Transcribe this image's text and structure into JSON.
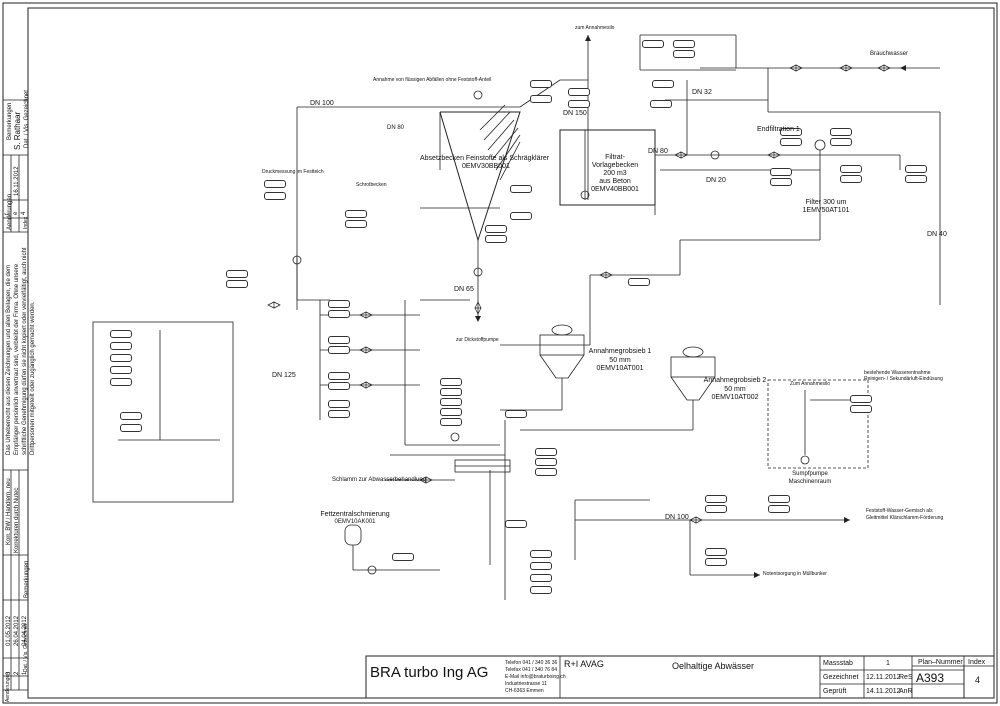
{
  "drawing": {
    "sheet_title": "Oelhaltige Abwässer",
    "company": "BRA turbo Ing AG",
    "company_contact": [
      "Telefon 041 / 340 36 36",
      "Telefax 041 / 340 76 84",
      "E-Mail info@braturboing.ch",
      "Industriestrasse 11",
      "CH-6363 Emmen"
    ],
    "client": "R+I AVAG",
    "massstab_label": "Massstab",
    "massstab_value": "1",
    "gezeichnet_label": "Gezeichnet",
    "gezeichnet_date": "12.11.2012",
    "gezeichnet_by": "ReS",
    "geprueft_label": "Geprüft",
    "geprueft_date": "14.11.2012",
    "geprueft_by": "AnR",
    "plan_nummer_label": "Plan–Nummer",
    "plan_nummer": "A393",
    "index_label": "Index",
    "index_value": "4"
  },
  "sidebar": {
    "bemerkungen": "Bemerkungen",
    "aenderungen": "Aenderungen",
    "index_label": "Index",
    "dat_label": "Dat. / Vis. Gezeichnet",
    "rev_top": [
      {
        "index": "4",
        "date": "16.11.2012",
        "by": "S. Rathaar",
        "note": ""
      },
      {
        "index": "e",
        "date": "",
        "by": "",
        "note": ""
      },
      {
        "index": "f",
        "date": "",
        "by": "",
        "note": ""
      }
    ],
    "rev_bottom": [
      {
        "index": "3",
        "date": "01.05.2012",
        "note": "Korr. BW / Handlern. neu"
      },
      {
        "index": "2",
        "date": "26.04.2012",
        "note": "Korrekturen durch Nutec"
      },
      {
        "index": "1",
        "date": "04.04.2012",
        "note": ""
      }
    ],
    "copyright": "Das Urheberrecht aus diesen Zeichnungen und allen Beilagen, die dem Empfänger persönlich anvertraut sind, verbleibt der Firma. Ohne unsere schriftliche Genehmigung dürfen sie nicht kopiert oder vervielfältigt, auch nicht Drittpersonen mitgeteilt oder zugänglich gemacht werden."
  },
  "labels": {
    "zum_annahmesilo": "zum Annahmesilo",
    "brauchwasser": "Brauchwasser",
    "dn100_a": "DN 100",
    "dn80_a": "DN 80",
    "dn150": "DN 150",
    "dn32": "DN 32",
    "dn80_b": "DN 80",
    "dn20": "DN 20",
    "dn65": "DN 65",
    "dn125": "DN 125",
    "dn40": "DN 40",
    "dn100_b": "DN 100",
    "annahme_note": "Annahme von flüssigen Abfällen ohne Feststoff-Anteil",
    "absetzbecken": "Absetzbecken Feinstoffe als Schrägklärer",
    "absetzbecken_tag": "0EMV30BB001",
    "filtrat_1": "Filtrat-",
    "filtrat_2": "Vorlagebecken",
    "filtrat_3": "200 m3",
    "filtrat_4": "aus Beton",
    "filtrat_tag": "0EMV40BB001",
    "endfiltration": "Endfiltration 1",
    "filter_1": "Filter 300 um",
    "filter_2": "1EMV50AT101",
    "dickstoff": "zur Dickstoffpumpe",
    "grobsieb1_a": "Annahmegrobsieb 1",
    "grobsieb1_b": "50 mm",
    "grobsieb1_c": "0EMV10AT001",
    "grobsieb2_a": "Annahmegrobsieb 2",
    "grobsieb2_b": "50 mm",
    "grobsieb2_c": "0EMV10AT002",
    "zum_annahmesilo2": "Zum Annahmesilo",
    "bestehende_1": "bestehende Wasserentnahme",
    "bestehende_2": "Reinigen- / Sekundärluft-Eindüsung",
    "sumpf_1": "Sumpfpumpe",
    "sumpf_2": "Maschinenraum",
    "schlamm": "Schlamm zur Abwasserbehandlung",
    "fett_1": "Fettzentralschmierung",
    "fett_2": "0EMV10AK001",
    "feststoff_1": "Feststoff-Wasser-Gemisch als",
    "feststoff_2": "Gleitmittel Klärschlamm-Förderung",
    "notentsorgung": "Notentsorgung in Müllbunker",
    "schrotbecken": "Schrotbecken",
    "druckmessung": "Druckmessung im Festteich"
  }
}
